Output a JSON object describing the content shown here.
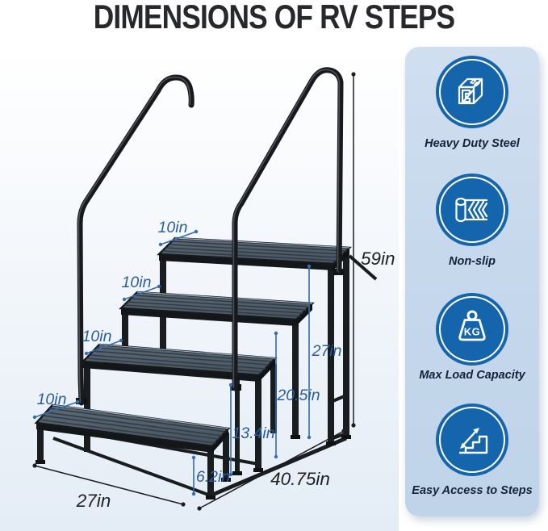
{
  "title": "DIMENSIONS OF RV STEPS",
  "diagram": {
    "name": "4-step RV step stool with two handrails",
    "dims": [
      {
        "name": "top-step-depth",
        "label": "10in"
      },
      {
        "name": "second-step-depth",
        "label": "10in"
      },
      {
        "name": "third-step-depth",
        "label": "10in"
      },
      {
        "name": "bottom-step-depth",
        "label": "10in"
      },
      {
        "name": "handrail-total-height",
        "label": "59in"
      },
      {
        "name": "platform-height",
        "label": "27in"
      },
      {
        "name": "third-step-height",
        "label": "20.5in"
      },
      {
        "name": "second-step-height",
        "label": "13.4in"
      },
      {
        "name": "bottom-step-height",
        "label": "6.2in"
      },
      {
        "name": "base-depth",
        "label": "40.75in"
      },
      {
        "name": "step-width",
        "label": "27in"
      }
    ]
  },
  "features": [
    {
      "icon": "steel-beam-icon",
      "label": "Heavy Duty Steel"
    },
    {
      "icon": "non-slip-roll-icon",
      "label": "Non-slip"
    },
    {
      "icon": "kg-weight-icon",
      "label": "Max Load Capacity",
      "badge": "KG"
    },
    {
      "icon": "stairs-arrow-icon",
      "label": "Easy Access to Steps"
    }
  ],
  "colors": {
    "accent_blue": "#1565ad",
    "sidebar_bg": "#c6d8ec",
    "dimension_blue": "#2b5e9e",
    "dimension_black": "#212121",
    "tread": "#4f5d6b",
    "frame": "#17191d"
  }
}
